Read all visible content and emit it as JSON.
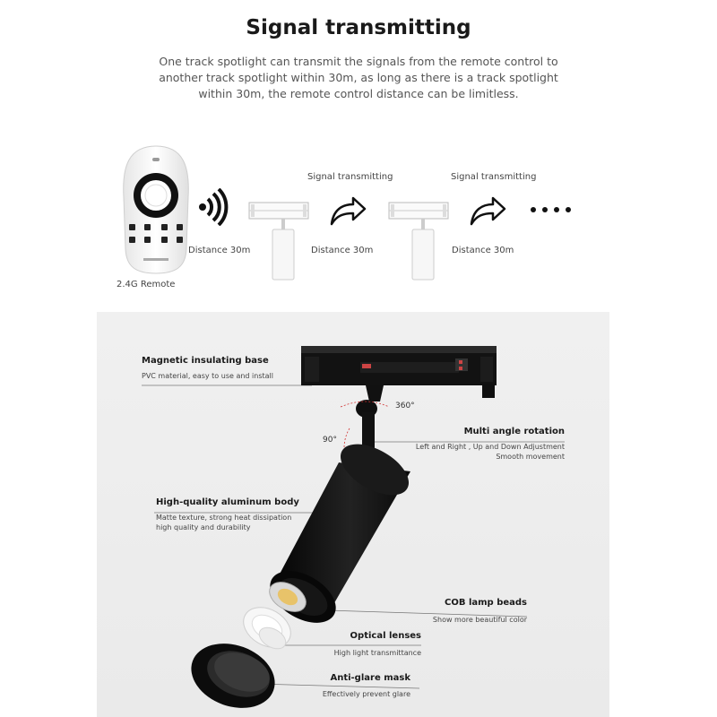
{
  "header": {
    "title": "Signal transmitting",
    "description_lines": [
      "One track spotlight can transmit the signals from the remote control to",
      "another track spotlight within 30m, as long as there is a track spotlight",
      "within 30m, the remote control distance can be limitless."
    ]
  },
  "diagram": {
    "remote_label": "2.4G Remote",
    "distance_labels": [
      "Distance 30m",
      "Distance 30m",
      "Distance 30m"
    ],
    "transmit_labels": [
      "Signal transmitting",
      "Signal transmitting"
    ],
    "icons": [
      "wifi-signal-icon",
      "arrow-icon",
      "arrow-icon",
      "more-dots-icon"
    ]
  },
  "product": {
    "angles": {
      "horizontal": "360°",
      "vertical": "90°"
    },
    "callouts": [
      {
        "title": "Magnetic insulating base",
        "desc": [
          "PVC material, easy to use and install"
        ]
      },
      {
        "title": "Multi angle rotation",
        "desc": [
          "Left and Right , Up and Down Adjustment",
          "Smooth movement"
        ]
      },
      {
        "title": "High-quality aluminum body",
        "desc": [
          "Matte texture, strong heat dissipation",
          "high quality and durability"
        ]
      },
      {
        "title": "COB lamp beads",
        "desc": [
          "Show more beautiful color"
        ]
      },
      {
        "title": "Optical lenses",
        "desc": [
          "High light transmittance"
        ]
      },
      {
        "title": "Anti-glare mask",
        "desc": [
          "Effectively prevent glare"
        ]
      }
    ],
    "colors": {
      "body": "#111111",
      "panel": "#eeeeee",
      "angle_marker": "#e03030"
    }
  }
}
